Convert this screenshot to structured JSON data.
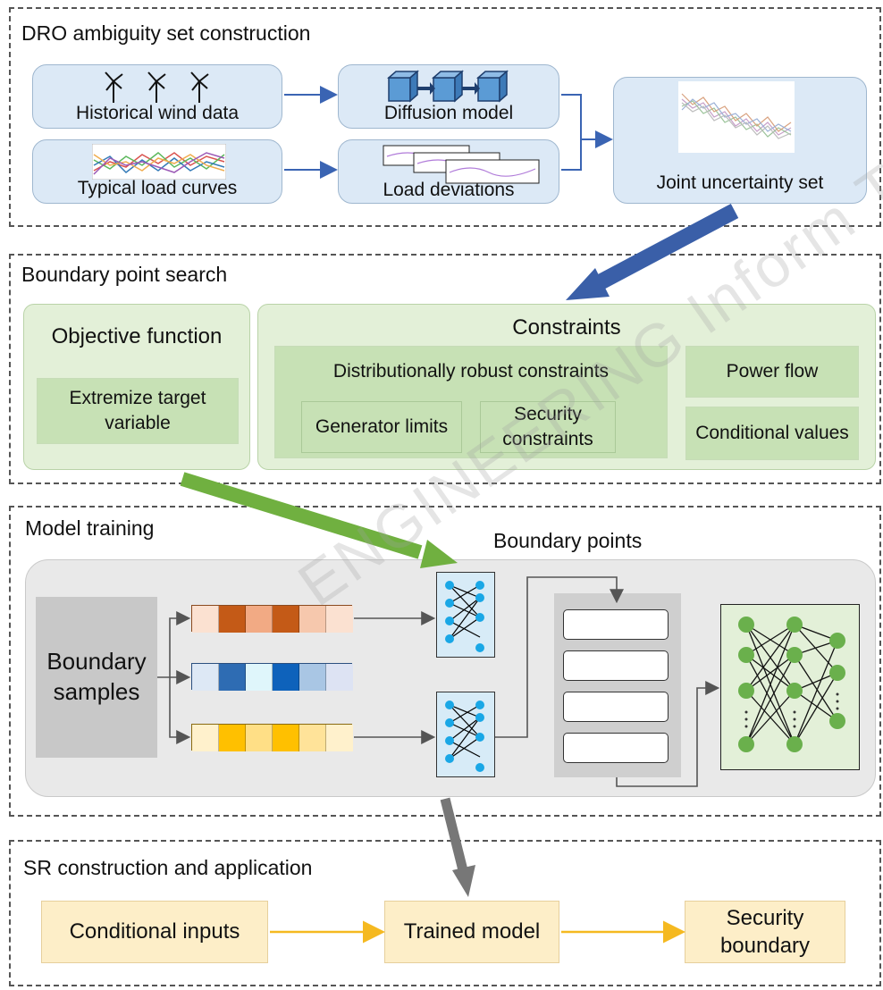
{
  "sections": {
    "dro": "DRO ambiguity set construction",
    "boundary_search": "Boundary point search",
    "training": "Model training",
    "sr": "SR construction and application"
  },
  "dro": {
    "historical_wind": "Historical wind data",
    "typical_load": "Typical load curves",
    "diffusion": "Diffusion model",
    "load_deviations": "Load deviations",
    "joint_set": "Joint uncertainty set"
  },
  "search": {
    "objective_title": "Objective function",
    "objective_body": "Extremize target variable",
    "constraints_title": "Constraints",
    "dr_constraints": "Distributionally robust constraints",
    "generator_limits": "Generator limits",
    "security_constraints": "Security constraints",
    "power_flow": "Power flow",
    "conditional_values": "Conditional values"
  },
  "training": {
    "boundary_points": "Boundary points",
    "boundary_samples": "Boundary samples"
  },
  "sr": {
    "conditional_inputs": "Conditional inputs",
    "trained_model": "Trained model",
    "security_boundary": "Security boundary"
  },
  "watermark": "ENGINEERING Inform Tech",
  "colors": {
    "blue_box": "#dce9f6",
    "green_box": "#e3f0d8",
    "green_inner": "#c7e1b5",
    "yellow_box": "#fdeec8",
    "blue_arrow": "#3a5fa8",
    "green_arrow": "#70b040",
    "gray_arrow": "#777777",
    "yellow_arrow": "#f5b920"
  },
  "sequences": [
    [
      "#fbe1d1",
      "#c45a17",
      "#f2aa84",
      "#c45a17",
      "#f6c8ad",
      "#fbe1d1"
    ],
    [
      "#dde8f5",
      "#2e6cb3",
      "#dff6fb",
      "#0e62bb",
      "#a9c6e4",
      "#dde3f3"
    ],
    [
      "#fff1cc",
      "#ffc000",
      "#ffdf86",
      "#ffc000",
      "#ffe399",
      "#fff1cc"
    ]
  ],
  "icons": [
    "wind-turbine-icon",
    "cube-icon",
    "neural-network-icon"
  ]
}
